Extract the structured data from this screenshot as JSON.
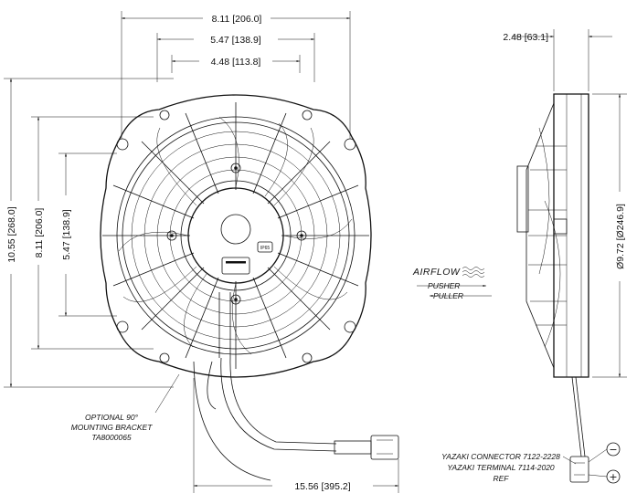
{
  "dimensions": {
    "overall_width": "8.11 [206.0]",
    "mount_width_outer": "5.47 [138.9]",
    "mount_width_inner": "4.48 [113.8]",
    "overall_height": "10.55 [268.0]",
    "mount_height_outer": "8.11 [206.0]",
    "mount_height_inner": "5.47 [138.9]",
    "depth": "2.48 [63.1]",
    "diameter": "Ø9.72 [Ø246.9]",
    "lead_length": "15.56 [395.2]"
  },
  "airflow": {
    "title": "AIRFLOW",
    "pusher": "PUSHER",
    "puller": "PULLER"
  },
  "labels": {
    "ip_rating": "IP65",
    "bracket_line1": "OPTIONAL 90°",
    "bracket_line2": "MOUNTING BRACKET",
    "bracket_line3": "TA8000065",
    "connector_line1": "YAZAKI CONNECTOR 7122-2228",
    "connector_line2": "YAZAKI TERMINAL 7114-2020",
    "connector_line3": "REF",
    "negative_symbol": "−",
    "positive_symbol": "+"
  }
}
